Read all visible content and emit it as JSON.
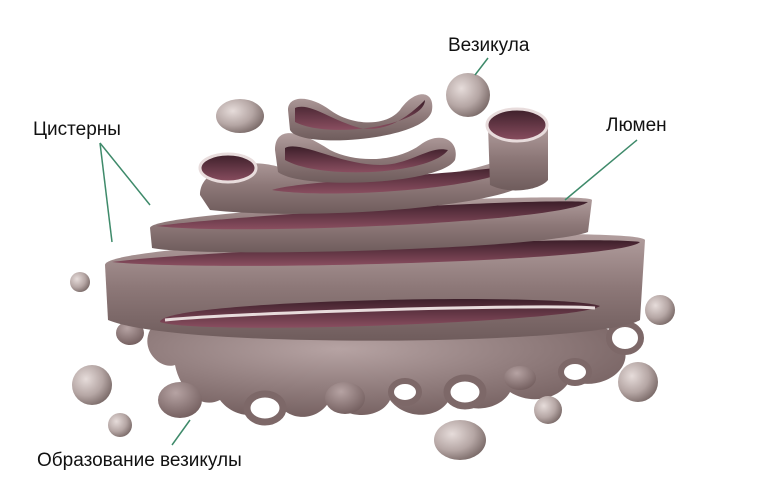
{
  "labels": {
    "vesicle": "Везикула",
    "cisternae": "Цистерны",
    "lumen": "Люмен",
    "vesicle_formation": "Образование везикулы"
  },
  "colors": {
    "membrane_outer": "#8f7b7b",
    "membrane_light": "#e8dcdc",
    "lumen_dark": "#5a2f3d",
    "vesicle": "#b8aaa8",
    "leader_line": "#3e8a6a"
  }
}
